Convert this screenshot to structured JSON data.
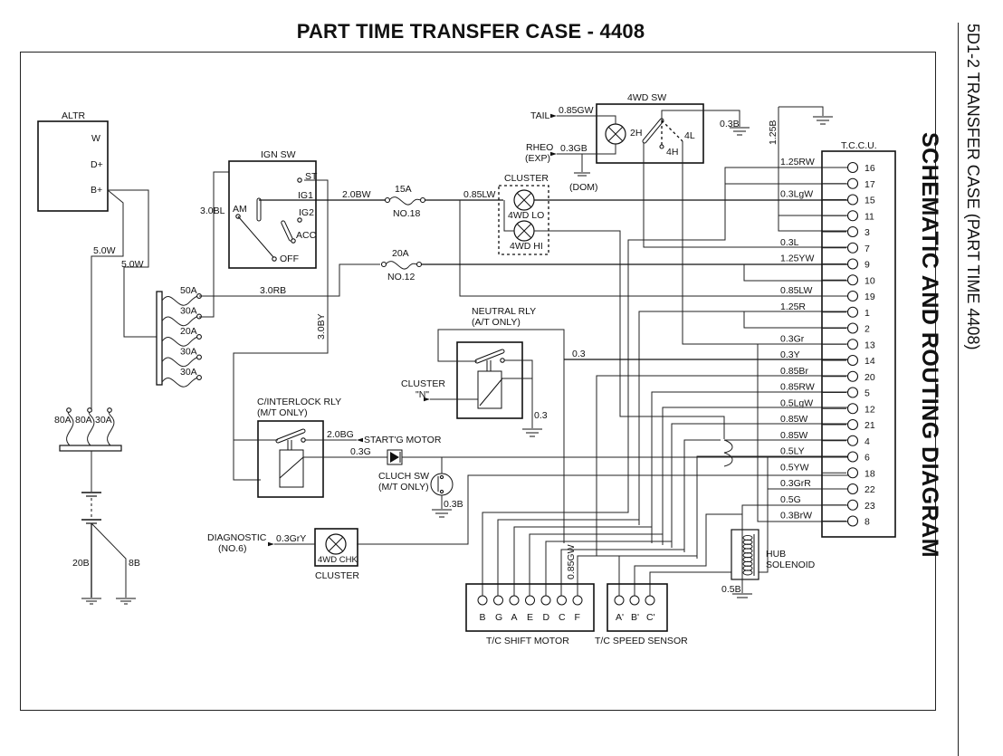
{
  "page": {
    "title": "PART TIME TRANSFER CASE - 4408",
    "side_code": "5D1-2  TRANSFER CASE (PART TIME 4408)",
    "side_title": "SCHEMATIC AND ROUTING DIAGRAM"
  },
  "components": {
    "altr": {
      "label": "ALTR",
      "terminals": [
        "W",
        "D+",
        "B+"
      ]
    },
    "ign_sw": {
      "label": "IGN SW",
      "terminals": [
        "ST",
        "IG1",
        "IG2",
        "ACC",
        "AM",
        "OFF"
      ]
    },
    "fuse_15a": {
      "rating": "15A",
      "number": "NO.18"
    },
    "fuse_20a": {
      "rating": "20A",
      "number": "NO.12"
    },
    "fuse_block": {
      "fuses": [
        "50A",
        "30A",
        "20A",
        "30A",
        "30A"
      ]
    },
    "main_fuses": {
      "fuses": [
        "80A",
        "80A",
        "30A"
      ]
    },
    "battery_grounds": [
      "20B",
      "8B"
    ],
    "four_wd_sw": {
      "label": "4WD SW",
      "positions": [
        "2H",
        "4H",
        "4L"
      ]
    },
    "tail": "TAIL",
    "rheo": {
      "line1": "RHEO",
      "line2": "(EXP)"
    },
    "dom": "(DOM)",
    "cluster": {
      "label": "CLUSTER",
      "lamps": [
        "4WD LO",
        "4WD HI"
      ]
    },
    "neutral_rly": {
      "line1": "NEUTRAL RLY",
      "line2": "(A/T ONLY)"
    },
    "cluster_n": {
      "line1": "CLUSTER",
      "line2": "\"N\""
    },
    "interlock_rly": {
      "line1": "C/INTERLOCK RLY",
      "line2": "(M/T ONLY)"
    },
    "starting_motor": "START'G MOTOR",
    "clutch_sw": {
      "line1": "CLUCH SW",
      "line2": "(M/T ONLY)"
    },
    "diagnostic": {
      "line1": "DIAGNOSTIC",
      "line2": "(NO.6)"
    },
    "chk_lamp": {
      "label": "4WD CHK",
      "group": "CLUSTER"
    },
    "shift_motor": {
      "label": "T/C SHIFT MOTOR",
      "pins": [
        "B",
        "G",
        "A",
        "E",
        "D",
        "C",
        "F"
      ]
    },
    "speed_sensor": {
      "label": "T/C SPEED SENSOR",
      "pins": [
        "A'",
        "B'",
        "C'"
      ]
    },
    "hub_solenoid": {
      "line1": "HUB",
      "line2": "SOLENOID"
    },
    "tccu": {
      "label": "T.C.C.U.",
      "pins": [
        {
          "num": "16",
          "wire": "1.25RW"
        },
        {
          "num": "17",
          "wire": ""
        },
        {
          "num": "15",
          "wire": "0.3LgW"
        },
        {
          "num": "11",
          "wire": ""
        },
        {
          "num": "3",
          "wire": ""
        },
        {
          "num": "7",
          "wire": "0.3L"
        },
        {
          "num": "9",
          "wire": "1.25YW"
        },
        {
          "num": "10",
          "wire": ""
        },
        {
          "num": "19",
          "wire": "0.85LW"
        },
        {
          "num": "1",
          "wire": "1.25R"
        },
        {
          "num": "2",
          "wire": ""
        },
        {
          "num": "13",
          "wire": "0.3Gr"
        },
        {
          "num": "14",
          "wire": "0.3Y"
        },
        {
          "num": "20",
          "wire": "0.85Br"
        },
        {
          "num": "5",
          "wire": "0.85RW"
        },
        {
          "num": "12",
          "wire": "0.5LgW"
        },
        {
          "num": "21",
          "wire": "0.85W"
        },
        {
          "num": "4",
          "wire": "0.85W"
        },
        {
          "num": "6",
          "wire": "0.5LY"
        },
        {
          "num": "18",
          "wire": "0.5YW"
        },
        {
          "num": "22",
          "wire": "0.3GrR"
        },
        {
          "num": "23",
          "wire": "0.5G"
        },
        {
          "num": "8",
          "wire": "0.3BrW"
        }
      ]
    }
  },
  "wires": {
    "altr_b1": "5.0W",
    "altr_b2": "5.0W",
    "am": "3.0BL",
    "ig1": "2.0BW",
    "cluster_feed": "0.85LW",
    "rb": "3.0RB",
    "by": "3.0BY",
    "tail": "0.85GW",
    "rheo": "0.3GB",
    "sw_gnd": "0.3B",
    "tccu_gnd": "1.25B",
    "neutral": "0.3",
    "neutral_gnd": "0.3",
    "start": "2.0BG",
    "clutch": "0.3G",
    "clutch_gnd": "0.3B",
    "diag": "0.3GrY",
    "motor_f": "0.85GW",
    "hub_gnd": "0.5B"
  }
}
